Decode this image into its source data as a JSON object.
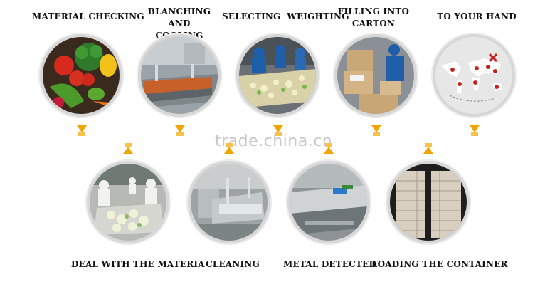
{
  "top_steps": [
    {
      "label": "MATERIAL CHECKING",
      "icon": "vegetables-photo"
    },
    {
      "label": "BLANCHING AND\nCOOLING",
      "icon": "blanching-line-photo"
    },
    {
      "label": "SELECTING  WEIGHTING",
      "icon": "sorting-workers-photo"
    },
    {
      "label": "FILLING INTO\nCARTON",
      "icon": "carton-filling-photo"
    },
    {
      "label": "TO YOUR HAND",
      "icon": "world-map-photo"
    }
  ],
  "bottom_steps": [
    {
      "label": "DEAL WITH THE MATERIA",
      "icon": "workers-processing-photo"
    },
    {
      "label": "CLEANING",
      "icon": "washing-machine-photo"
    },
    {
      "label": "METAL DETECTED",
      "icon": "metal-detector-photo"
    },
    {
      "label": "LOADING THE CONTAINER",
      "icon": "container-cartons-photo"
    }
  ],
  "watermark": "trade.china.cn",
  "colors": {
    "arrow": "#f0a500",
    "circle_border": "#d7d7d7"
  }
}
